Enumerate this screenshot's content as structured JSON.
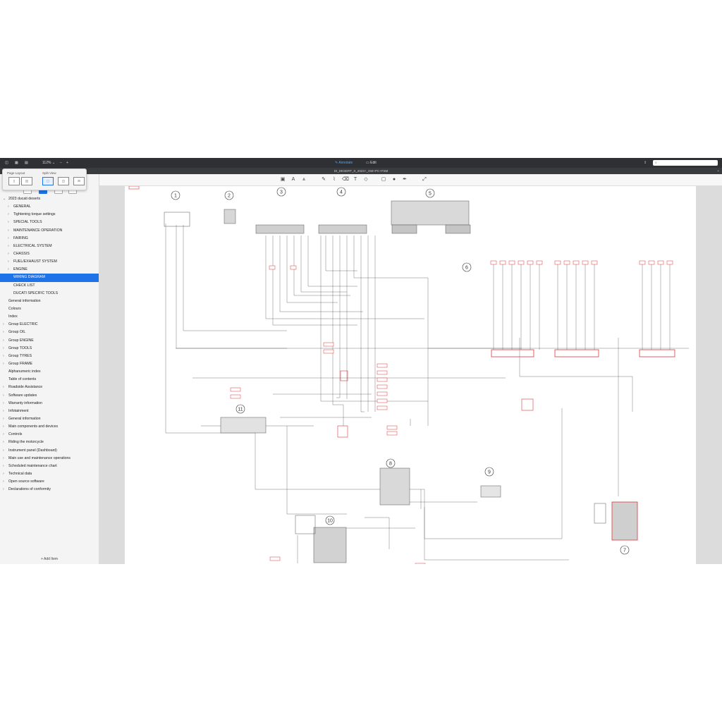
{
  "toolbar": {
    "zoom": "112%",
    "annotate_label": "Annotate",
    "edit_label": "Edit",
    "zoom_out": "−",
    "zoom_in": "+"
  },
  "document": {
    "filename": "DI_DESERT_X_2023+_OM+PC+FSM",
    "add_tab": "+"
  },
  "popup": {
    "page_layout_label": "Page Layout",
    "split_view_label": "Split View"
  },
  "sidebar": {
    "root": "2023 ducati desertx",
    "items": [
      {
        "label": "GENERAL",
        "depth": 1,
        "chevron": true
      },
      {
        "label": "Tightening torque settings",
        "depth": 1,
        "chevron": true
      },
      {
        "label": "SPECIAL TOOLS",
        "depth": 1,
        "chevron": true
      },
      {
        "label": "MAINTENANCE OPERATION",
        "depth": 1,
        "chevron": true
      },
      {
        "label": "FAIRING",
        "depth": 1,
        "chevron": true
      },
      {
        "label": "ELECTRICAL SYSTEM",
        "depth": 1,
        "chevron": true
      },
      {
        "label": "CHASSIS",
        "depth": 1,
        "chevron": true
      },
      {
        "label": "FUEL/EXHAUST SYSTEM",
        "depth": 1,
        "chevron": true
      },
      {
        "label": "ENGINE",
        "depth": 1,
        "chevron": true
      },
      {
        "label": "WIRING DIAGRAM",
        "depth": 1,
        "chevron": false,
        "selected": true
      },
      {
        "label": "CHECK LIST",
        "depth": 1,
        "chevron": false
      },
      {
        "label": "DUCATI SPECIFIC TOOLS",
        "depth": 1,
        "chevron": false
      },
      {
        "label": "General information",
        "depth": 0,
        "chevron": false
      },
      {
        "label": "Colours",
        "depth": 0,
        "chevron": false
      },
      {
        "label": "Index",
        "depth": 0,
        "chevron": false
      },
      {
        "label": "Group ELECTRIC",
        "depth": 0,
        "chevron": true
      },
      {
        "label": "Group OIL",
        "depth": 0,
        "chevron": true
      },
      {
        "label": "Group ENGINE",
        "depth": 0,
        "chevron": true
      },
      {
        "label": "Group TOOLS",
        "depth": 0,
        "chevron": true
      },
      {
        "label": "Group TYRES",
        "depth": 0,
        "chevron": true
      },
      {
        "label": "Group FRAME",
        "depth": 0,
        "chevron": true
      },
      {
        "label": "Alphanumeric index",
        "depth": 0,
        "chevron": false
      },
      {
        "label": "Table of contents",
        "depth": 0,
        "chevron": false
      },
      {
        "label": "Roadside Assistance",
        "depth": -1,
        "chevron": true
      },
      {
        "label": "Software updates",
        "depth": -1,
        "chevron": true
      },
      {
        "label": "Warranty information",
        "depth": -1,
        "chevron": true
      },
      {
        "label": "Infotainment",
        "depth": -1,
        "chevron": true
      },
      {
        "label": "General information",
        "depth": -1,
        "chevron": true
      },
      {
        "label": "Main components and devices",
        "depth": -1,
        "chevron": true
      },
      {
        "label": "Controls",
        "depth": -1,
        "chevron": true
      },
      {
        "label": "Riding the motorcycle",
        "depth": -1,
        "chevron": true
      },
      {
        "label": "Instrument panel (Dashboard)",
        "depth": -1,
        "chevron": true
      },
      {
        "label": "Main use and maintenance operations",
        "depth": -1,
        "chevron": true
      },
      {
        "label": "Scheduled maintenance chart",
        "depth": -1,
        "chevron": true
      },
      {
        "label": "Technical data",
        "depth": -1,
        "chevron": true
      },
      {
        "label": "Open source software",
        "depth": -1,
        "chevron": true
      },
      {
        "label": "Declarations of conformity",
        "depth": -1,
        "chevron": true
      }
    ],
    "add_item": "+ Add Item"
  },
  "diagram": {
    "component_numbers": [
      "1",
      "2",
      "3",
      "4",
      "5",
      "6",
      "7",
      "8",
      "9",
      "10",
      "11"
    ]
  },
  "colors": {
    "accent": "#1e73e8",
    "wire_red": "#d9383a",
    "titlebar": "#2f3033"
  }
}
